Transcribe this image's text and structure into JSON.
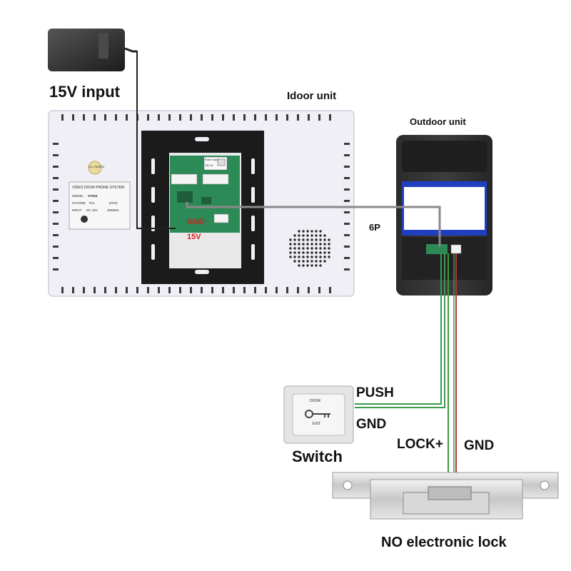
{
  "labels": {
    "power_input": "15V input",
    "indoor_unit": "Idoor unit",
    "outdoor_unit": "Outdoor unit",
    "cable": "6P",
    "push": "PUSH",
    "gnd_switch": "GND",
    "lock_plus": "LOCK+",
    "gnd_lock": "GND",
    "switch": "Switch",
    "lock": "NO electronic lock",
    "terminal_gnd": "GND",
    "terminal_15v": "15V"
  },
  "indoor_sticker": {
    "title": "VIDEO DOOR PHONE SYSTEM",
    "model_label": "MODEL",
    "model_value": "SY816",
    "system_label": "SYSTEM",
    "pal": "PAL",
    "ntsc": "NTSC",
    "input_label": "INPUT",
    "input_value": "DC 15V",
    "current_value": "2000MA"
  },
  "qc_tag": "Q.C. PASSED",
  "board_power_label": "Power Input",
  "board_power_sub": "15V 2A",
  "exit_button_top": "DOOR",
  "exit_button_bottom": "EXIT",
  "colors": {
    "wire_gray": "#8a8a8a",
    "wire_green": "#3a9a4a",
    "wire_red": "#c0303a",
    "terminal_red": "#d02020",
    "outdoor_blue": "#1f3fc0"
  }
}
